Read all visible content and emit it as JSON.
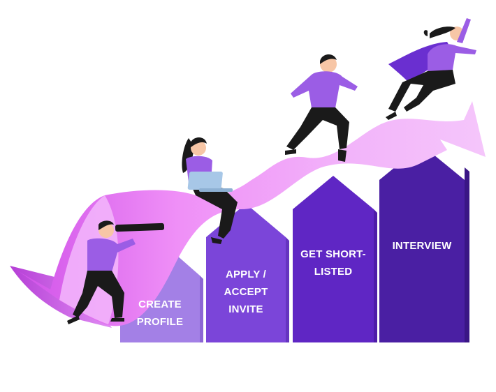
{
  "steps": [
    {
      "id": "create-profile",
      "lines": [
        "CREATE",
        "PROFILE"
      ],
      "color": "#a380e6"
    },
    {
      "id": "apply-accept-invite",
      "lines": [
        "APPLY /",
        "ACCEPT",
        "INVITE"
      ],
      "color": "#7b45d9"
    },
    {
      "id": "get-short-listed",
      "lines": [
        "GET SHORT-",
        "LISTED"
      ],
      "color": "#5f26c4"
    },
    {
      "id": "interview",
      "lines": [
        "INTERVIEW"
      ],
      "color": "#4a1fa3"
    }
  ],
  "colors": {
    "ribbon_light": "#f4c2fb",
    "ribbon_mid": "#e88cf5",
    "ribbon_dark": "#c94ee6",
    "figure_top": "#9b5de5",
    "figure_pants": "#1a1a1a",
    "skin": "#f7c6a6",
    "laptop": "#a7c7e7"
  }
}
